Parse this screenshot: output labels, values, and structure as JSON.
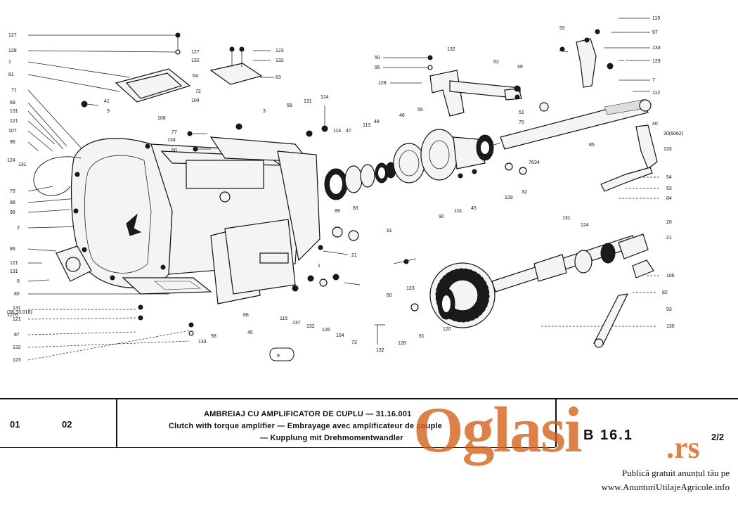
{
  "diagram": {
    "labels": [
      "127",
      "128",
      "1",
      "81",
      "71",
      "69",
      "131",
      "121",
      "107",
      "96",
      "124",
      "131",
      "79",
      "88",
      "98",
      "2",
      "86",
      "121",
      "131",
      "6",
      "85",
      "131",
      "121",
      "87",
      "132",
      "123",
      "127",
      "132",
      "123",
      "132",
      "64",
      "63",
      "72",
      "104",
      "41",
      "9",
      "108",
      "77",
      "134",
      "60",
      "3",
      "58",
      "131",
      "124",
      "114",
      "47",
      "113",
      "48",
      "46",
      "55",
      "50",
      "95",
      "128",
      "132",
      "52",
      "49",
      "51",
      "75",
      "92",
      "119",
      "97",
      "133",
      "129",
      "7",
      "112",
      "85",
      "76",
      "34",
      "40",
      "30(6062)",
      "133",
      "129",
      "32",
      "54",
      "53",
      "84",
      "89",
      "83",
      "91",
      "90",
      "101",
      "45",
      "131",
      "124",
      "20",
      "21",
      "106",
      "82",
      "93",
      "130",
      "21",
      "50",
      "123",
      "120",
      "1",
      "115",
      "137",
      "132",
      "126",
      "104",
      "73",
      "132",
      "128",
      "61",
      "133",
      "58",
      "66",
      "45",
      "8",
      "(38.33.018)",
      "1276"
    ]
  },
  "title_block": {
    "col1": "01",
    "col2": "02",
    "line1": "AMBREIAJ CU AMPLIFICATOR DE CUPLU — 31.16.001",
    "line2": "Clutch with torque amplifier — Embrayage avec amplificateur de couple",
    "line3": "— Kupplung mit Drehmomentwandler",
    "code": "B 16.1",
    "sheet": "2/2"
  },
  "watermark": {
    "logo": "Oglasi",
    "suffix": ".rs",
    "credit_line1": "Publică gratuit anunțul tău pe",
    "credit_line2": "www.AnunturiUtilajeAgricole.info",
    "color": "#d25f14"
  }
}
